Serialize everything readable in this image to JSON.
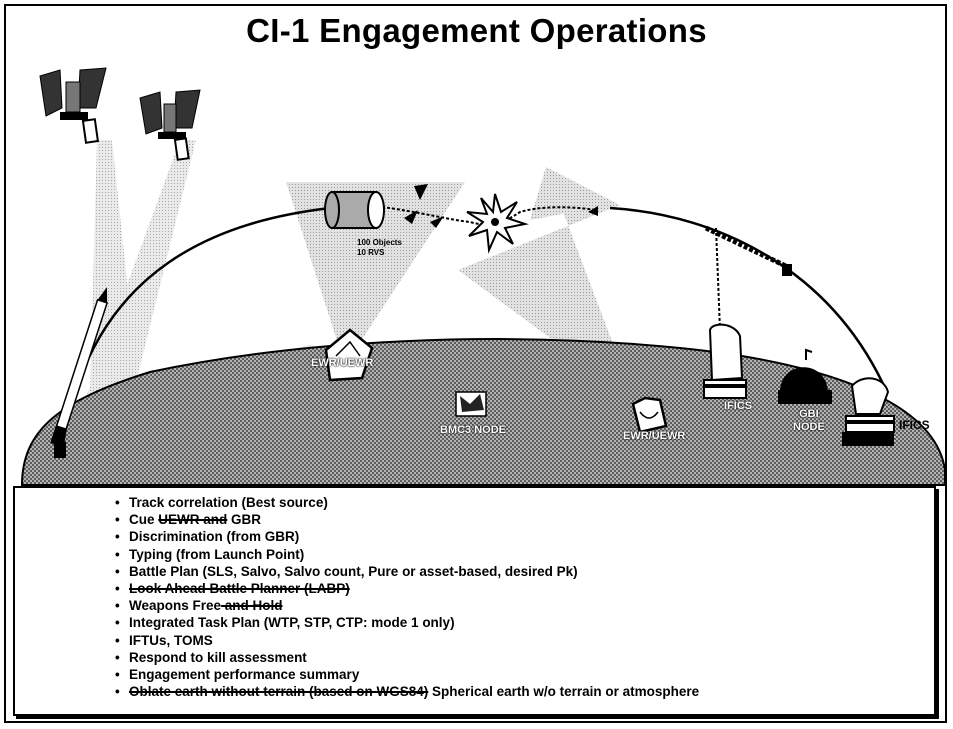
{
  "title": "CI-1 Engagement Operations",
  "scene": {
    "objects_label": [
      "100 Objects",
      "10 RVS"
    ],
    "ewr_left_label": "EWR/UEWR",
    "ewr_right_label": "EWR/UEWR",
    "bmc3_node_label": "BMC3 NODE",
    "ifics_label_top": "IFICS",
    "gbi_label": [
      "GBI",
      "NODE"
    ],
    "ifics_label_right": "IFICS"
  },
  "bullets": [
    {
      "prefix": "Track correlation (Best source)",
      "struck": "",
      "suffix": ""
    },
    {
      "prefix": "Cue ",
      "struck": "UEWR and",
      "suffix": " GBR"
    },
    {
      "prefix": "Discrimination (from GBR)",
      "struck": "",
      "suffix": ""
    },
    {
      "prefix": "Typing (from Launch Point)",
      "struck": "",
      "suffix": ""
    },
    {
      "prefix": "Battle Plan (SLS, Salvo, Salvo count, Pure or asset-based, desired Pk)",
      "struck": "",
      "suffix": ""
    },
    {
      "prefix": "",
      "struck": "Look Ahead Battle Planner (LABP)",
      "suffix": ""
    },
    {
      "prefix": "Weapons Free",
      "struck": " and Hold",
      "suffix": ""
    },
    {
      "prefix": "Integrated Task Plan (WTP, STP, CTP: mode 1 only)",
      "struck": "",
      "suffix": ""
    },
    {
      "prefix": "IFTUs, TOMS",
      "struck": "",
      "suffix": ""
    },
    {
      "prefix": "Respond to kill assessment",
      "struck": "",
      "suffix": ""
    },
    {
      "prefix": "Engagement performance summary",
      "struck": "",
      "suffix": ""
    },
    {
      "prefix": "",
      "struck": "Oblate earth without terrain (based on WGS84)",
      "suffix": "  Spherical earth w/o terrain or atmosphere"
    }
  ],
  "colors": {
    "stipple_dark": "#7a7a7a",
    "beam_light": "#dcdcdc",
    "ink": "#000000",
    "paper": "#ffffff"
  }
}
